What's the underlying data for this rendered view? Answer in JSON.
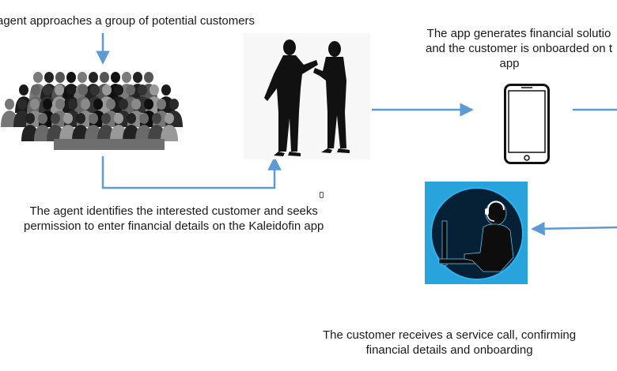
{
  "steps": {
    "approach": {
      "text": "agent approaches a group of potential customers"
    },
    "identify": {
      "line1": "The agent identifies the interested customer and seeks",
      "line2": "permission to enter financial details on the Kaleidofin app"
    },
    "generate": {
      "line1": "The app generates financial solutio",
      "line2": "and the customer is onboarded on t",
      "line3": "app"
    },
    "service": {
      "line1": "The customer receives a service call, confirming",
      "line2": "financial details and onboarding"
    }
  },
  "icons": {
    "crowd": "crowd-icon",
    "conversation": "two-people-talking-icon",
    "phone": "smartphone-icon",
    "support": "call-center-agent-icon"
  },
  "colors": {
    "arrow": "#5b9bd5",
    "text": "#1a1a1a",
    "support_bg": "#29a3dc",
    "silhouette": "#111111"
  }
}
